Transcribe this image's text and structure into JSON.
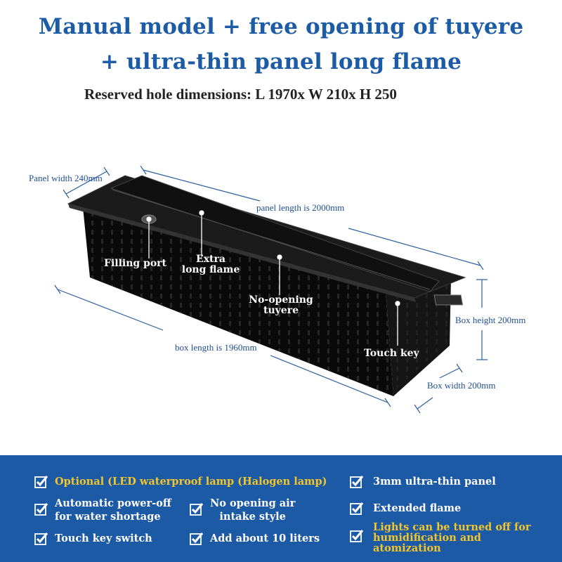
{
  "header": {
    "title_line1": "Manual model + free opening of tuyere",
    "title_line2": "+ ultra-thin panel long flame",
    "reserved_hole": "Reserved hole dimensions: L 1970x W 210x H 250"
  },
  "dimensions": {
    "panel_width": "Panel width 240mm",
    "panel_length": "panel length is 2000mm",
    "box_length": "box length is 1960mm",
    "box_height": "Box height 200mm",
    "box_width": "Box width 200mm"
  },
  "callouts": {
    "filling_port": "Filling port",
    "extra_long_flame_1": "Extra",
    "extra_long_flame_2": "long flame",
    "no_opening_tuyere_1": "No-opening",
    "no_opening_tuyere_2": "tuyere",
    "touch_key": "Touch key"
  },
  "features": {
    "f1": "Optional (LED waterproof lamp (Halogen lamp)",
    "f2": "3mm ultra-thin panel",
    "f3_1": "Automatic power-off",
    "f3_2": "for water shortage",
    "f4_1": "No opening air",
    "f4_2": "intake style",
    "f5": "Extended flame",
    "f6": "Touch key switch",
    "f7": "Add about 10 liters",
    "f8_1": "Lights can be turned off for",
    "f8_2": "humidification and",
    "f8_3": "atomization"
  },
  "colors": {
    "title_blue": "#1c5ba6",
    "banner_blue": "#1d5aa6",
    "highlight_yellow": "#f2c52a"
  }
}
